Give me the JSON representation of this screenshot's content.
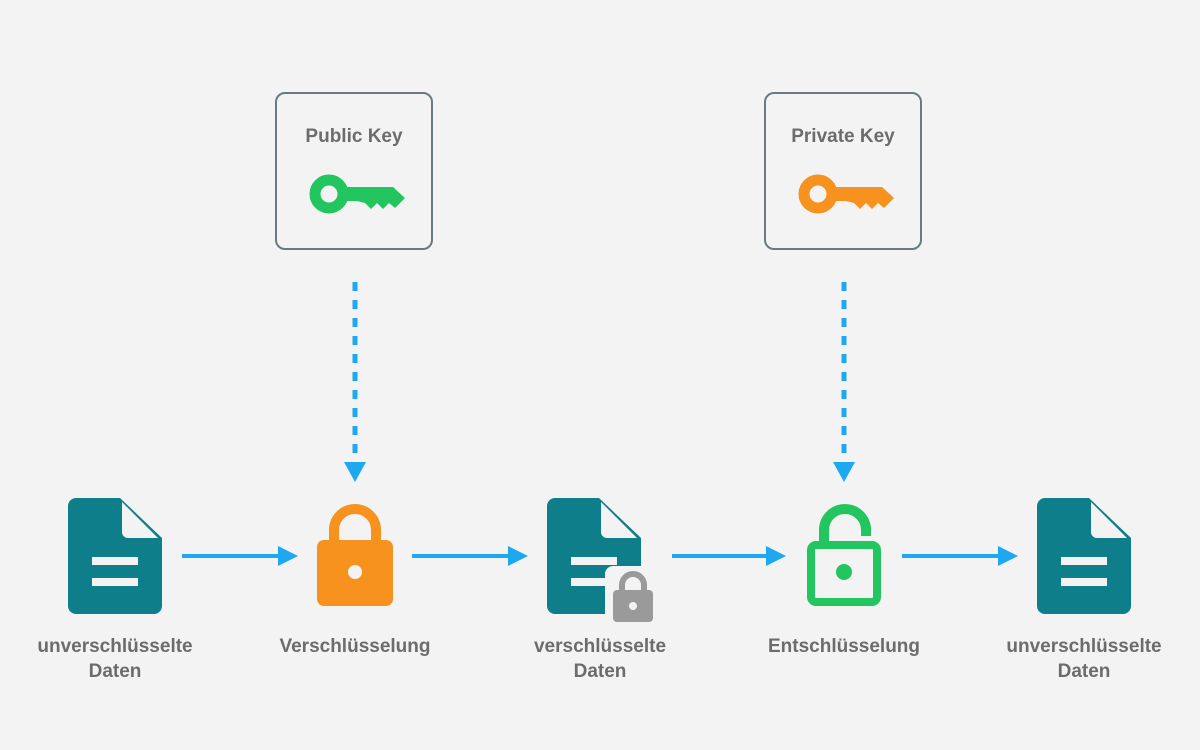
{
  "keys": {
    "public": {
      "title": "Public Key",
      "color": "#22c55e"
    },
    "private": {
      "title": "Private Key",
      "color": "#f7921e"
    }
  },
  "nodes": [
    {
      "line1": "unverschlüsselte",
      "line2": "Daten",
      "icon": "document-icon"
    },
    {
      "line1": "Verschlüsselung",
      "line2": "",
      "icon": "lock-closed-icon"
    },
    {
      "line1": "verschlüsselte",
      "line2": "Daten",
      "icon": "document-locked-icon"
    },
    {
      "line1": "Entschlüsselung",
      "line2": "",
      "icon": "lock-open-icon"
    },
    {
      "line1": "unverschlüsselte",
      "line2": "Daten",
      "icon": "document-icon"
    }
  ],
  "colors": {
    "document": "#0e7f8a",
    "arrow": "#1ea8ef",
    "lock_encrypt": "#f7921e",
    "lock_decrypt": "#22c55e",
    "small_lock": "#9a9a9a",
    "text": "#6c6c6c"
  }
}
